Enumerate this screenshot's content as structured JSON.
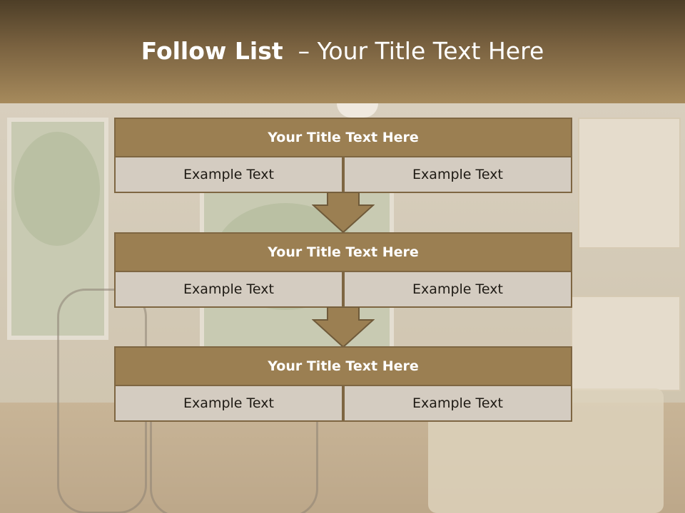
{
  "title": {
    "bold": "Follow List",
    "rest": "  – Your Title Text Here"
  },
  "steps": [
    {
      "title": "Your Title Text Here",
      "left": "Example Text",
      "right": "Example Text"
    },
    {
      "title": "Your Title Text Here",
      "left": "Example Text",
      "right": "Example Text"
    },
    {
      "title": "Your Title Text Here",
      "left": "Example Text",
      "right": "Example Text"
    }
  ],
  "colors": {
    "header": "#9b7f52",
    "cell": "#d4ccc1",
    "border": "#7e6642",
    "arrow": "#9b7f52"
  }
}
